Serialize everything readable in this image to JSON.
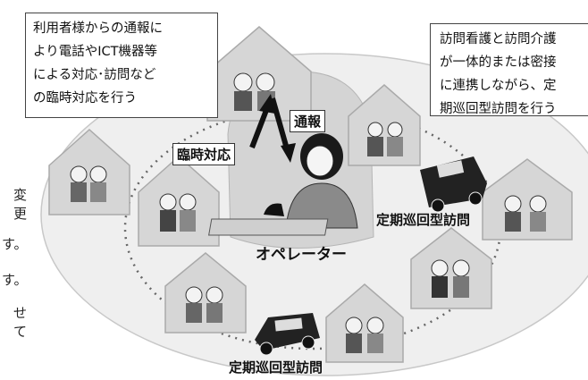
{
  "side_text": [
    "変更",
    "す。",
    "す。",
    "せて"
  ],
  "callout_left": {
    "lines": [
      "利用者様からの通報に",
      "より電話やICT機器等",
      "による対応･訪問など",
      "の臨時対応を行う"
    ]
  },
  "callout_right": {
    "lines": [
      "訪問看護と訪問介護",
      "が一体的または密接",
      "に連携しながら、定",
      "期巡回型訪問を行う"
    ]
  },
  "labels": {
    "report": "通報",
    "temporary": "臨時対応",
    "operator": "オペレーター",
    "patrol_right": "定期巡回型訪問",
    "patrol_bottom": "定期巡回型訪問"
  },
  "colors": {
    "house_fill": "#d9d9d9",
    "circle_fill": "#eeeeee",
    "inner_fill": "#dcdcdc",
    "car": "#222222"
  }
}
